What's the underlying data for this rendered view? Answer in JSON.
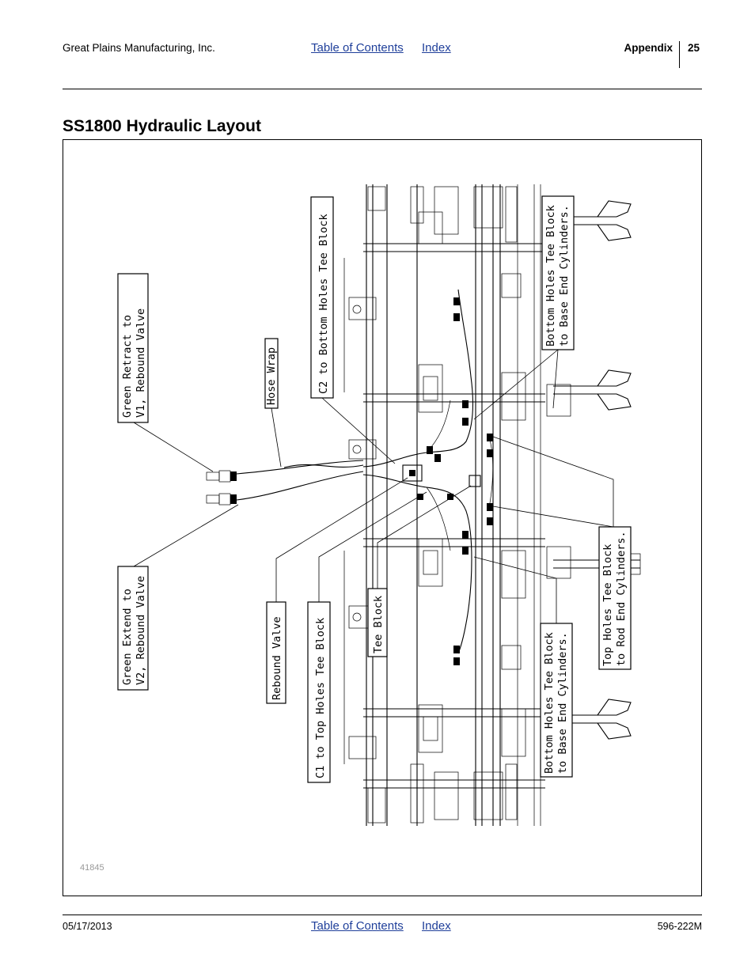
{
  "header": {
    "company": "Great Plains Manufacturing, Inc.",
    "toc_link": "Table of Contents",
    "index_link": "Index",
    "section": "Appendix",
    "page_number": "25"
  },
  "title": "SS1800 Hydraulic Layout",
  "figure": {
    "figure_number": "41845",
    "callouts": {
      "green_retract": [
        "Green Retract to",
        "V1, Rebound Valve"
      ],
      "hose_wrap": [
        "Hose Wrap"
      ],
      "c2_bottom": [
        "C2 to Bottom Holes Tee Block"
      ],
      "bottom_tee_top": [
        "Bottom Holes Tee Block",
        "to Base End Cylinders."
      ],
      "green_extend": [
        "Green Extend to",
        "V2, Rebound Valve"
      ],
      "rebound_valve": [
        "Rebound Valve"
      ],
      "c1_top": [
        "C1 to Top Holes Tee Block"
      ],
      "tee_block": [
        "Tee Block"
      ],
      "bottom_tee_lower": [
        "Bottom Holes Tee Block",
        "to Base End Cylinders."
      ],
      "top_tee": [
        "Top Holes Tee Block",
        "to Rod End Cylinders."
      ]
    }
  },
  "footer": {
    "date": "05/17/2013",
    "toc_link": "Table of Contents",
    "index_link": "Index",
    "doc_number": "596-222M"
  }
}
